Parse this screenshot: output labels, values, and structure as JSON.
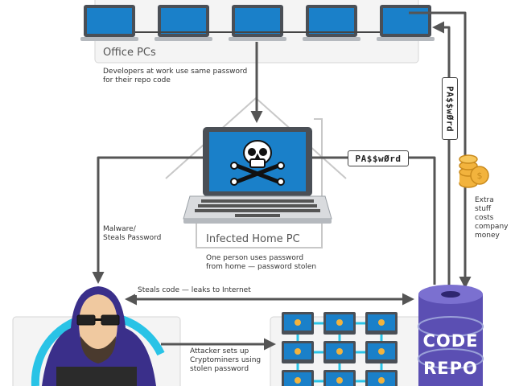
{
  "labels": {
    "office_pcs": "Office PCs",
    "office_note": "Developers at work use same password\nfor their repo code",
    "infected_home_pc": "Infected Home PC",
    "home_note": "One person uses password\nfrom home — password stolen",
    "malware": "Malware/\nSteals Password",
    "steals_code": "Steals code — leaks to Internet",
    "attacker_note": "Attacker sets up\nCryptominers using\nstolen password",
    "extra_cost": "Extra\nstuff\ncosts\ncompany\nmoney",
    "password_h": "PA$$wØrd",
    "password_v": "PA$$wØrd",
    "repo_line1": "CODE",
    "repo_line2": "REPO"
  },
  "icons": [
    "laptop-icon",
    "skull-crossbones-icon",
    "hacker-icon",
    "coin-stack-icon",
    "database-icon",
    "server-icon"
  ],
  "colors": {
    "screen_blue": "#1a80c9",
    "laptop_gray": "#4a4f56",
    "repo_purple": "#5b4fb3",
    "hacker_hood": "#3a2f8a",
    "ring_cyan": "#29c3e6",
    "coin_gold": "#f2b33d",
    "arrow": "#555555",
    "panel_bg": "#f4f4f4"
  }
}
